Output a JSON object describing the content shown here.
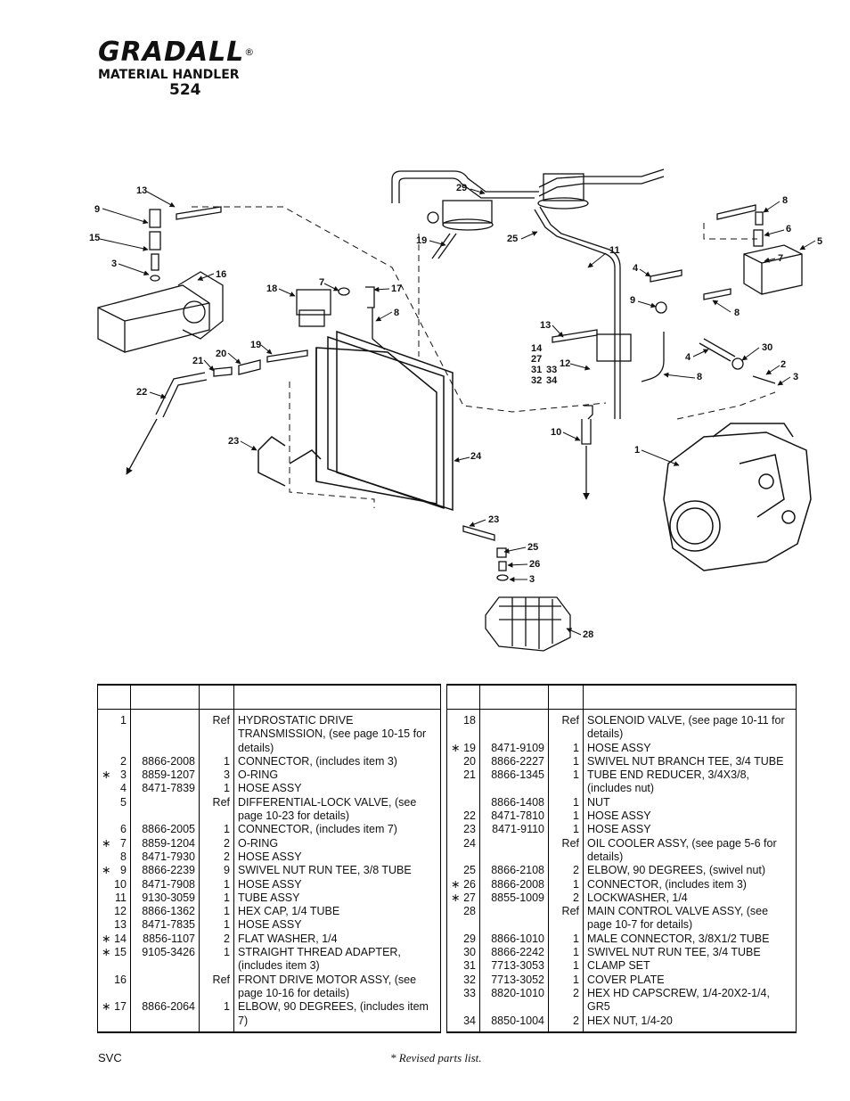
{
  "header": {
    "brand": "GRADALL",
    "reg_mark": "®",
    "subtitle": "MATERIAL HANDLER",
    "model": "524"
  },
  "callouts": [
    {
      "id": "c13a",
      "text": "13"
    },
    {
      "id": "c9a",
      "text": "9"
    },
    {
      "id": "c15",
      "text": "15"
    },
    {
      "id": "c3a",
      "text": "3"
    },
    {
      "id": "c16",
      "text": "16"
    },
    {
      "id": "c18",
      "text": "18"
    },
    {
      "id": "c7a",
      "text": "7"
    },
    {
      "id": "c17",
      "text": "17"
    },
    {
      "id": "c8a",
      "text": "8"
    },
    {
      "id": "c19a",
      "text": "19"
    },
    {
      "id": "c20",
      "text": "20"
    },
    {
      "id": "c21",
      "text": "21"
    },
    {
      "id": "c22",
      "text": "22"
    },
    {
      "id": "c23a",
      "text": "23"
    },
    {
      "id": "c24",
      "text": "24"
    },
    {
      "id": "c29",
      "text": "29"
    },
    {
      "id": "c19b",
      "text": "19"
    },
    {
      "id": "c25a",
      "text": "25"
    },
    {
      "id": "c11",
      "text": "11"
    },
    {
      "id": "c4a",
      "text": "4"
    },
    {
      "id": "c9b",
      "text": "9"
    },
    {
      "id": "c8b",
      "text": "8"
    },
    {
      "id": "c13b",
      "text": "13"
    },
    {
      "id": "g14",
      "text": "14"
    },
    {
      "id": "g27",
      "text": "27"
    },
    {
      "id": "g31",
      "text": "31"
    },
    {
      "id": "g33",
      "text": "33"
    },
    {
      "id": "g32",
      "text": "32"
    },
    {
      "id": "g34",
      "text": "34"
    },
    {
      "id": "c12",
      "text": "12"
    },
    {
      "id": "c10",
      "text": "10"
    },
    {
      "id": "c4b",
      "text": "4"
    },
    {
      "id": "c8c",
      "text": "8"
    },
    {
      "id": "c30",
      "text": "30"
    },
    {
      "id": "c2",
      "text": "2"
    },
    {
      "id": "c3b",
      "text": "3"
    },
    {
      "id": "c8d",
      "text": "8"
    },
    {
      "id": "c6",
      "text": "6"
    },
    {
      "id": "c7b",
      "text": "7"
    },
    {
      "id": "c5",
      "text": "5"
    },
    {
      "id": "c1",
      "text": "1"
    },
    {
      "id": "c23b",
      "text": "23"
    },
    {
      "id": "c25b",
      "text": "25"
    },
    {
      "id": "c26",
      "text": "26"
    },
    {
      "id": "c3c",
      "text": "3"
    },
    {
      "id": "c28",
      "text": "28"
    }
  ],
  "left_table": {
    "headers": [
      "",
      "",
      "",
      ""
    ],
    "rows": [
      {
        "star": "",
        "item": "1",
        "part": "",
        "qty": "Ref",
        "desc": "HYDROSTATIC DRIVE TRANSMISSION, (see page 10-15 for details)"
      },
      {
        "star": "",
        "item": "2",
        "part": "8866-2008",
        "qty": "1",
        "desc": "CONNECTOR, (includes item 3)"
      },
      {
        "star": "∗",
        "item": "3",
        "part": "8859-1207",
        "qty": "3",
        "desc": "O-RING"
      },
      {
        "star": "",
        "item": "4",
        "part": "8471-7839",
        "qty": "1",
        "desc": "HOSE ASSY"
      },
      {
        "star": "",
        "item": "5",
        "part": "",
        "qty": "Ref",
        "desc": "DIFFERENTIAL-LOCK VALVE, (see page 10-23 for details)"
      },
      {
        "star": "",
        "item": "6",
        "part": "8866-2005",
        "qty": "1",
        "desc": "CONNECTOR, (includes item 7)"
      },
      {
        "star": "∗",
        "item": "7",
        "part": "8859-1204",
        "qty": "2",
        "desc": "O-RING"
      },
      {
        "star": "",
        "item": "8",
        "part": "8471-7930",
        "qty": "2",
        "desc": "HOSE ASSY"
      },
      {
        "star": "∗",
        "item": "9",
        "part": "8866-2239",
        "qty": "9",
        "desc": "SWIVEL NUT RUN TEE, 3/8 TUBE"
      },
      {
        "star": "",
        "item": "10",
        "part": "8471-7908",
        "qty": "1",
        "desc": "HOSE ASSY"
      },
      {
        "star": "",
        "item": "11",
        "part": "9130-3059",
        "qty": "1",
        "desc": "TUBE ASSY"
      },
      {
        "star": "",
        "item": "12",
        "part": "8866-1362",
        "qty": "1",
        "desc": "HEX CAP, 1/4 TUBE"
      },
      {
        "star": "",
        "item": "13",
        "part": "8471-7835",
        "qty": "1",
        "desc": "HOSE ASSY"
      },
      {
        "star": "∗",
        "item": "14",
        "part": "8856-1107",
        "qty": "2",
        "desc": "FLAT WASHER, 1/4"
      },
      {
        "star": "∗",
        "item": "15",
        "part": "9105-3426",
        "qty": "1",
        "desc": "STRAIGHT THREAD ADAPTER, (includes item 3)"
      },
      {
        "star": "",
        "item": "16",
        "part": "",
        "qty": "Ref",
        "desc": "FRONT DRIVE MOTOR ASSY, (see page 10-16 for details)"
      },
      {
        "star": "∗",
        "item": "17",
        "part": "8866-2064",
        "qty": "1",
        "desc": "ELBOW, 90 DEGREES, (includes item 7)"
      }
    ]
  },
  "right_table": {
    "headers": [
      "",
      "",
      "",
      ""
    ],
    "rows": [
      {
        "star": "",
        "item": "18",
        "part": "",
        "qty": "Ref",
        "desc": "SOLENOID VALVE, (see page 10-11 for details)"
      },
      {
        "star": "∗",
        "item": "19",
        "part": "8471-9109",
        "qty": "1",
        "desc": "HOSE ASSY"
      },
      {
        "star": "",
        "item": "20",
        "part": "8866-2227",
        "qty": "1",
        "desc": "SWIVEL NUT BRANCH TEE, 3/4 TUBE"
      },
      {
        "star": "",
        "item": "21",
        "part": "8866-1345",
        "qty": "1",
        "desc": "TUBE END REDUCER, 3/4X3/8, (includes nut)"
      },
      {
        "star": "",
        "item": "",
        "part": "8866-1408",
        "qty": "1",
        "desc": "NUT"
      },
      {
        "star": "",
        "item": "22",
        "part": "8471-7810",
        "qty": "1",
        "desc": "HOSE ASSY"
      },
      {
        "star": "",
        "item": "23",
        "part": "8471-9110",
        "qty": "1",
        "desc": "HOSE ASSY"
      },
      {
        "star": "",
        "item": "24",
        "part": "",
        "qty": "Ref",
        "desc": "OIL COOLER ASSY, (see page 5-6 for details)"
      },
      {
        "star": "",
        "item": "25",
        "part": "8866-2108",
        "qty": "2",
        "desc": "ELBOW, 90 DEGREES, (swivel nut)"
      },
      {
        "star": "∗",
        "item": "26",
        "part": "8866-2008",
        "qty": "1",
        "desc": "CONNECTOR, (includes item 3)"
      },
      {
        "star": "∗",
        "item": "27",
        "part": "8855-1009",
        "qty": "2",
        "desc": "LOCKWASHER, 1/4"
      },
      {
        "star": "",
        "item": "28",
        "part": "",
        "qty": "Ref",
        "desc": "MAIN CONTROL VALVE ASSY, (see page 10-7 for details)"
      },
      {
        "star": "",
        "item": "29",
        "part": "8866-1010",
        "qty": "1",
        "desc": "MALE CONNECTOR, 3/8X1/2 TUBE"
      },
      {
        "star": "",
        "item": "30",
        "part": "8866-2242",
        "qty": "1",
        "desc": "SWIVEL NUT RUN TEE, 3/4 TUBE"
      },
      {
        "star": "",
        "item": "31",
        "part": "7713-3053",
        "qty": "1",
        "desc": "CLAMP SET"
      },
      {
        "star": "",
        "item": "32",
        "part": "7713-3052",
        "qty": "1",
        "desc": "COVER PLATE"
      },
      {
        "star": "",
        "item": "33",
        "part": "8820-1010",
        "qty": "2",
        "desc": "HEX HD CAPSCREW, 1/4-20X2-1/4, GR5"
      },
      {
        "star": "",
        "item": "34",
        "part": "8850-1004",
        "qty": "2",
        "desc": "HEX NUT, 1/4-20"
      }
    ]
  },
  "footer": {
    "left": "SVC",
    "note": "* Revised parts list."
  }
}
